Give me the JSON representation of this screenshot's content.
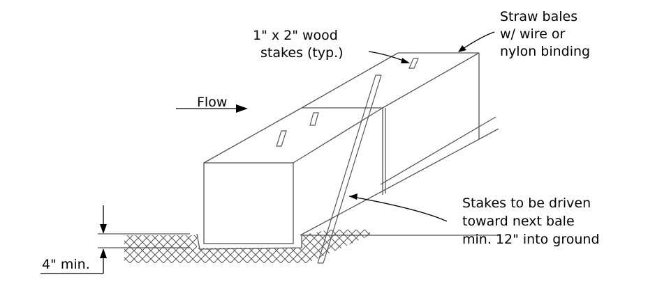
{
  "labels": {
    "flow": "Flow",
    "stakes_line1": "1\" x 2\" wood",
    "stakes_line2": "stakes (typ.)",
    "bales_line1": "Straw bales",
    "bales_line2": "w/ wire or",
    "bales_line3": "nylon binding",
    "driven_line1": "Stakes to be driven",
    "driven_line2": "toward next bale",
    "driven_line3": "min. 12\" into ground",
    "depth": "4\" min."
  },
  "colors": {
    "line": "#000000",
    "hatch": "#555555",
    "bale_edge": "#555555"
  }
}
